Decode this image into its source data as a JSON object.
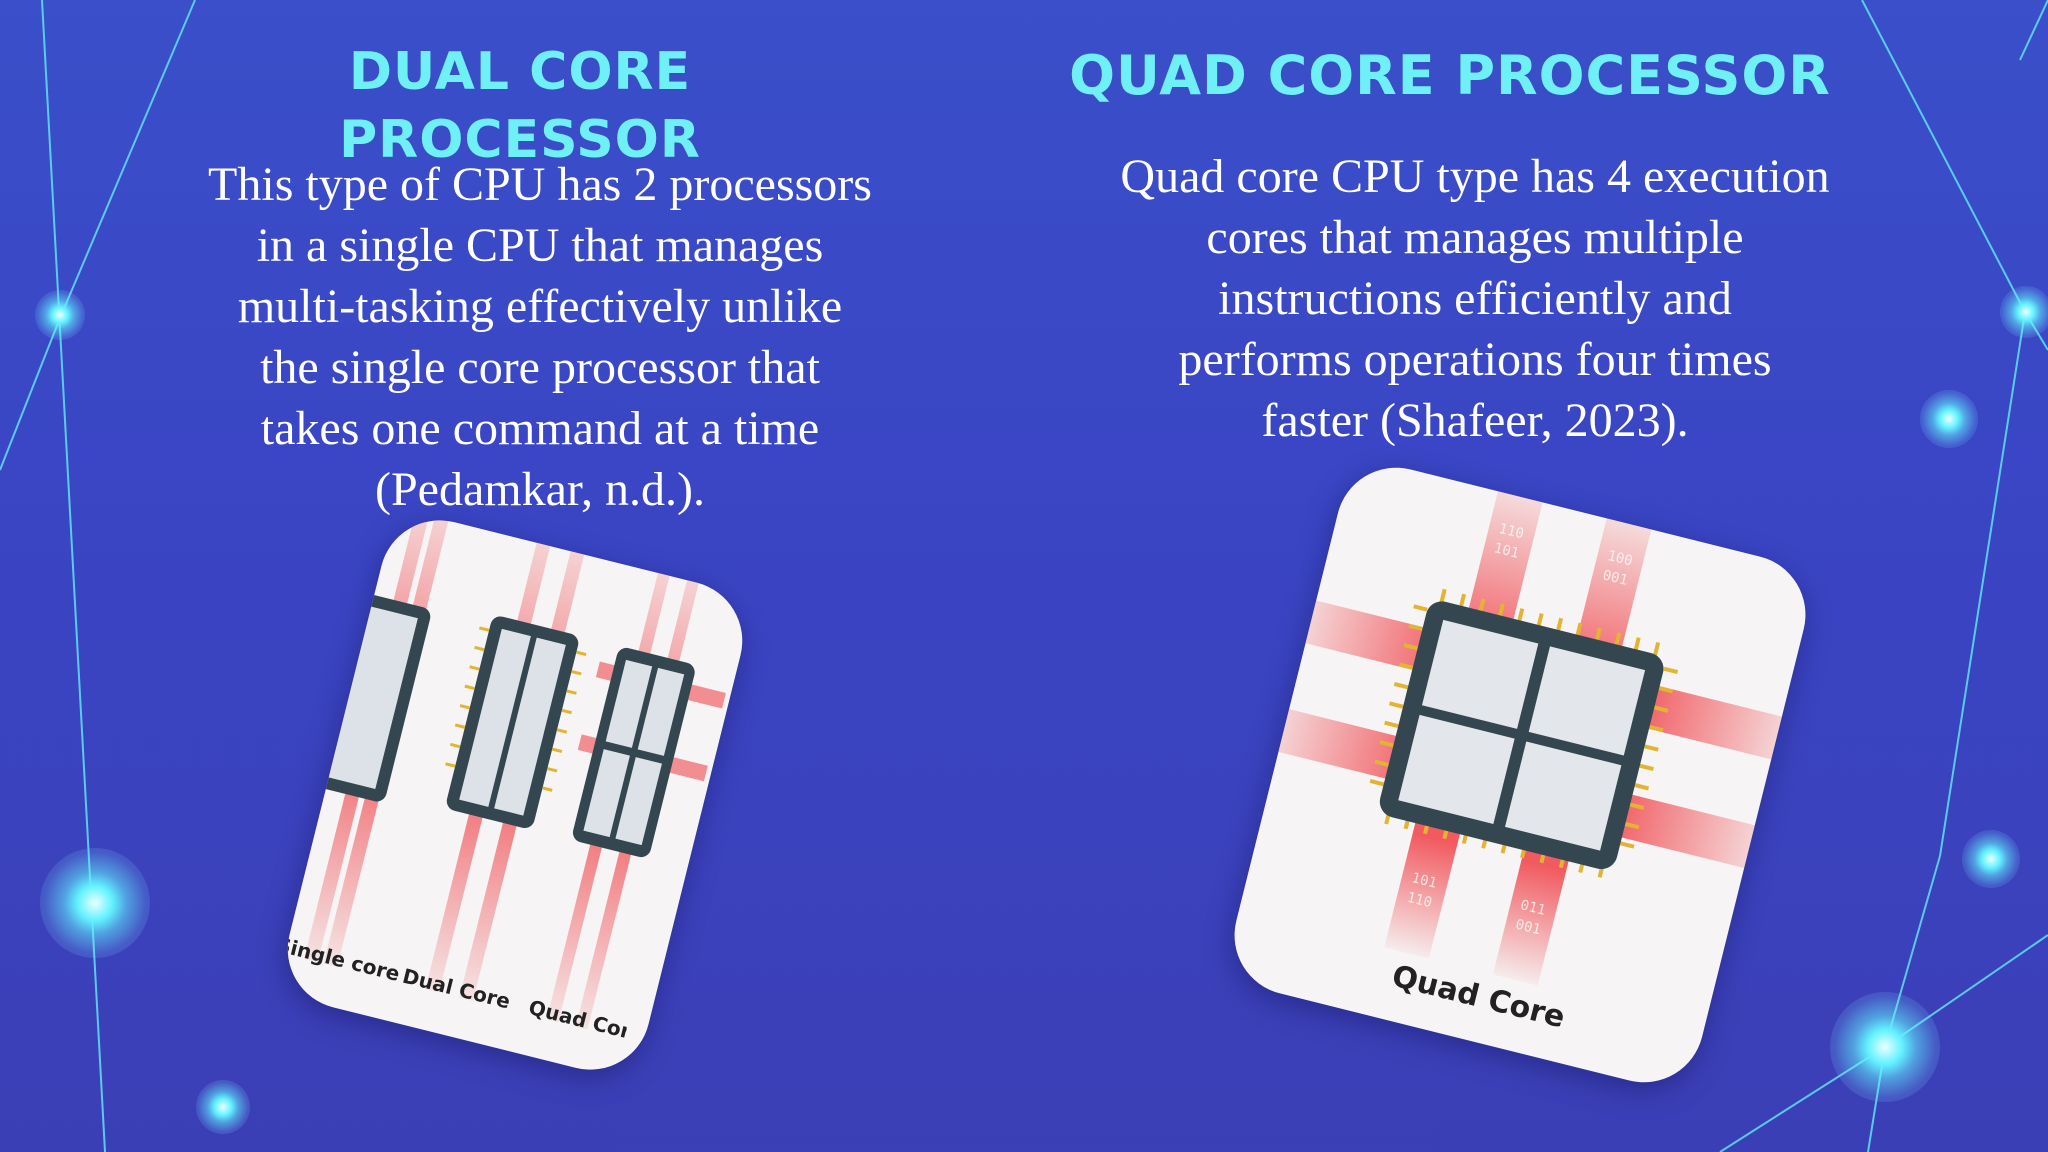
{
  "slide": {
    "left": {
      "heading_line1": "DUAL CORE",
      "heading_line2": "PROCESSOR",
      "body_lines": [
        "This type of CPU has 2 processors",
        "in a single CPU that manages",
        "multi-tasking effectively unlike",
        "the single core processor that",
        "takes one command at a time",
        "(Pedamkar, n.d.)."
      ],
      "image": {
        "labels": [
          "Single core",
          "Dual Core",
          "Quad Core"
        ]
      }
    },
    "right": {
      "heading": "QUAD CORE PROCESSOR",
      "body_lines": [
        "Quad core CPU type has 4 execution",
        "cores that manages multiple",
        "instructions efficiently and",
        "performs operations four times",
        "faster (Shafeer, 2023)."
      ],
      "image": {
        "label": "Quad Core",
        "binary_labels": [
          "101",
          "110",
          "001",
          "011",
          "100"
        ]
      }
    }
  },
  "colors": {
    "background": "#3a48c6",
    "heading": "#6ff0f6",
    "body_text": "#ffffff",
    "accent_lines": "#5fe3f5",
    "chip_trace": "#f0494f",
    "chip_body": "#34464f",
    "chip_pins": "#e3b431"
  }
}
